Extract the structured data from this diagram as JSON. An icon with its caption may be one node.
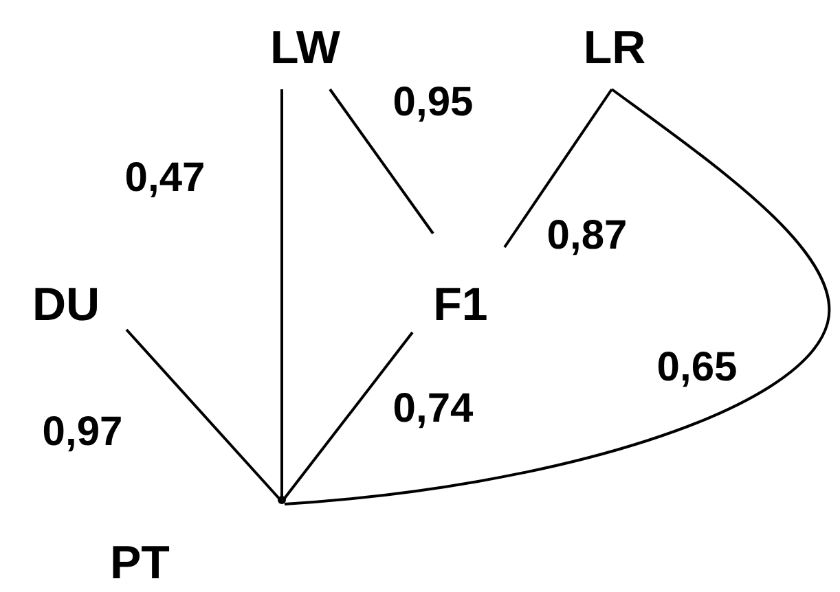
{
  "diagram": {
    "nodes": [
      {
        "text": [
          "LW"
        ]
      },
      {
        "text": [
          "LR"
        ]
      },
      {
        "text": [
          "DU"
        ]
      },
      {
        "text": [
          "F1"
        ]
      },
      {
        "text": [
          "PT"
        ]
      }
    ],
    "edges": [
      {
        "from": 0,
        "to": 4,
        "arrow": "none",
        "label": "0,47"
      },
      {
        "from": 0,
        "to": 3,
        "arrow": "none",
        "label": "0,95"
      },
      {
        "from": 1,
        "to": 3,
        "arrow": "none",
        "label": "0,87"
      },
      {
        "from": 2,
        "to": 4,
        "arrow": "none",
        "label": "0,97"
      },
      {
        "from": 3,
        "to": 4,
        "arrow": "none",
        "label": "0,74"
      },
      {
        "from": 1,
        "to": 4,
        "arrow": "none",
        "label": "0,65"
      }
    ]
  }
}
